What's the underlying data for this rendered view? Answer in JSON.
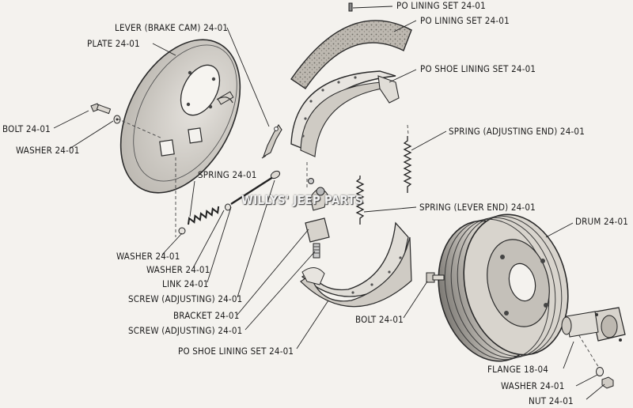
{
  "watermark": "WILLYS' JEEP PARTS",
  "labels": {
    "po_lining_set_1": "PO LINING SET 24-01",
    "po_lining_set_2": "PO LINING SET 24-01",
    "lever_brake_cam": "LEVER (BRAKE CAM) 24-01",
    "plate": "PLATE 24-01",
    "po_shoe_lining_set_top": "PO SHOE LINING SET 24-01",
    "bolt_left": "BOLT 24-01",
    "washer_left": "WASHER 24-01",
    "spring_adjusting_end": "SPRING (ADJUSTING END) 24-01",
    "spring": "SPRING 24-01",
    "spring_lever_end": "SPRING (LEVER END) 24-01",
    "drum": "DRUM 24-01",
    "washer_1": "WASHER 24-01",
    "washer_2": "WASHER 24-01",
    "link": "LINK 24-01",
    "screw_adjusting_1": "SCREW (ADJUSTING) 24-01",
    "bracket": "BRACKET 24-01",
    "screw_adjusting_2": "SCREW (ADJUSTING) 24-01",
    "bolt_right": "BOLT 24-01",
    "po_shoe_lining_set_bottom": "PO SHOE LINING SET 24-01",
    "flange": "FLANGE 18-04",
    "washer_right": "WASHER 24-01",
    "nut": "NUT 24-01"
  }
}
